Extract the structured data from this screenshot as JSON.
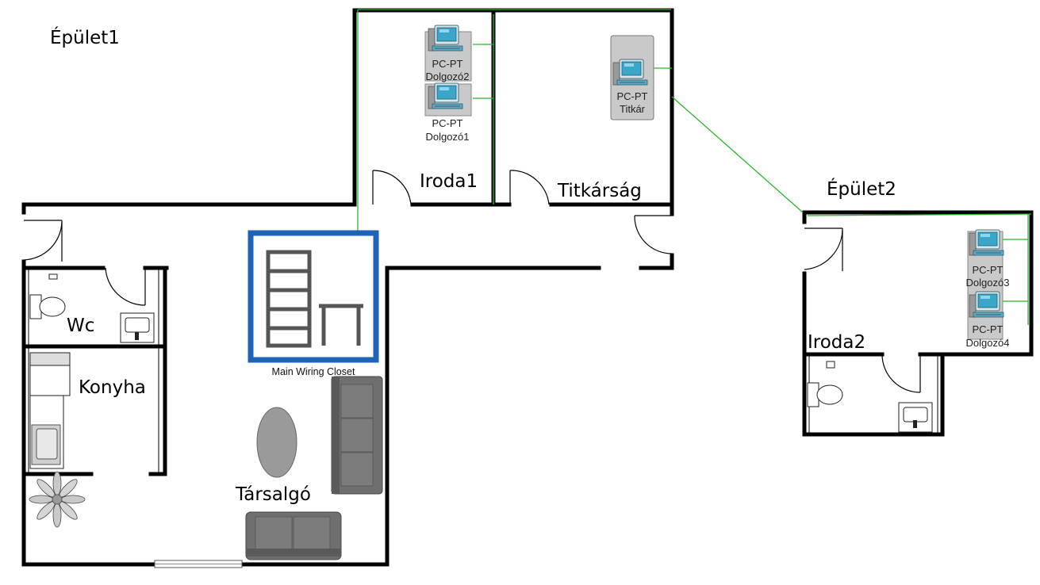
{
  "buildings": {
    "building1": "Épület1",
    "building2": "Épület2"
  },
  "rooms": {
    "iroda1": "Iroda1",
    "titkarsag": "Titkárság",
    "wc": "Wc",
    "konyha": "Konyha",
    "tarsalgo": "Társalgó",
    "iroda2": "Iroda2"
  },
  "devices": {
    "pc_dolgozo2": {
      "type": "PC-PT",
      "name": "Dolgozó2"
    },
    "pc_dolgozo1": {
      "type": "PC-PT",
      "name": "Dolgozó1"
    },
    "pc_titkar": {
      "type": "PC-PT",
      "name": "Titkár"
    },
    "pc_dolgozo3": {
      "type": "PC-PT",
      "name": "Dolgozó3"
    },
    "pc_dolgozo4": {
      "type": "PC-PT",
      "name": "Dolgozó4"
    }
  },
  "closet": {
    "label": "Main Wiring Closet"
  },
  "colors": {
    "wall": "#000000",
    "cable": "#2db52d",
    "closet_border": "#1e63b5",
    "furniture": "#6f6f6f",
    "pc_screen": "#3aa6c9"
  }
}
